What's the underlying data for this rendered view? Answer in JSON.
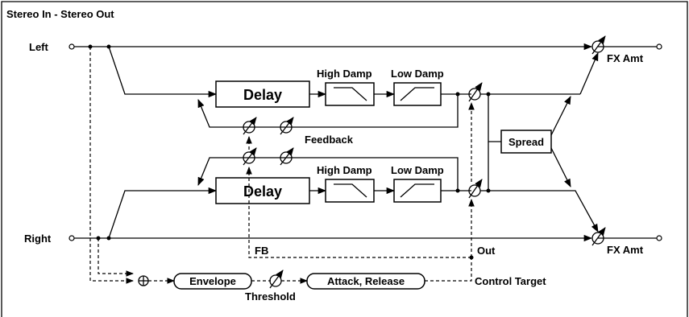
{
  "title": "Stereo In - Stereo Out",
  "io": {
    "left_label": "Left",
    "right_label": "Right",
    "fx_amt_top": "FX Amt",
    "fx_amt_bottom": "FX Amt"
  },
  "blocks": {
    "delay_top": "Delay",
    "delay_bottom": "Delay",
    "high_damp_top": "High Damp",
    "low_damp_top": "Low Damp",
    "high_damp_bottom": "High Damp",
    "low_damp_bottom": "Low Damp",
    "spread": "Spread",
    "envelope": "Envelope",
    "attack_release": "Attack, Release"
  },
  "labels": {
    "feedback": "Feedback",
    "fb": "FB",
    "out": "Out",
    "control_target": "Control Target",
    "threshold": "Threshold"
  }
}
